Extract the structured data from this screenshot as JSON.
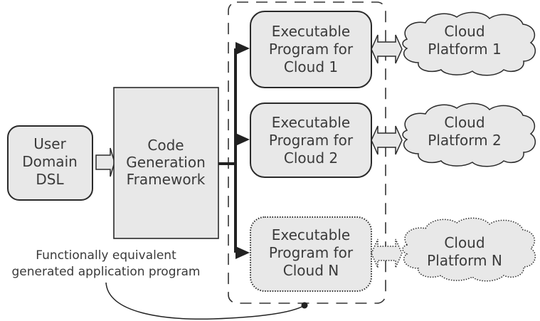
{
  "diagram": {
    "user_dsl": {
      "lines": [
        "User",
        "Domain",
        "DSL"
      ]
    },
    "framework": {
      "lines": [
        "Code",
        "Generation",
        "Framework"
      ]
    },
    "programs": [
      {
        "lines": [
          "Executable",
          "Program for",
          "Cloud 1"
        ],
        "style": "solid"
      },
      {
        "lines": [
          "Executable",
          "Program for",
          "Cloud 2"
        ],
        "style": "solid"
      },
      {
        "lines": [
          "Executable",
          "Program for",
          "Cloud N"
        ],
        "style": "dotted"
      }
    ],
    "clouds": [
      {
        "lines": [
          "Cloud",
          "Platform 1"
        ],
        "style": "solid"
      },
      {
        "lines": [
          "Cloud",
          "Platform 2"
        ],
        "style": "solid"
      },
      {
        "lines": [
          "Cloud",
          "Platform N"
        ],
        "style": "dotted"
      }
    ],
    "caption": {
      "lines": [
        "Functionally equivalent",
        "generated application program"
      ]
    }
  },
  "colors": {
    "box_fill": "#e8e8e8",
    "stroke": "#2a2a2a",
    "text": "#3a3a3a"
  }
}
